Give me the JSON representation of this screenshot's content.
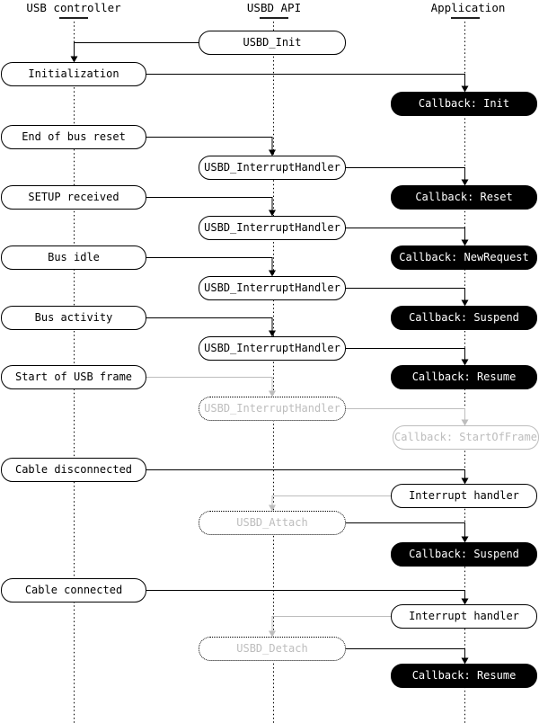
{
  "colors": {
    "ink": "#000000",
    "ghost_gray": "#bdbdbd",
    "background": "#ffffff"
  },
  "lanes": [
    {
      "label": "USB controller"
    },
    {
      "label": "USBD API"
    },
    {
      "label": "Application"
    }
  ],
  "nodes": [
    {
      "name": "usbd-init",
      "label": "USBD_Init",
      "lane": "USBD API",
      "variant": "solid"
    },
    {
      "name": "initialization",
      "label": "Initialization",
      "lane": "USB controller",
      "variant": "solid"
    },
    {
      "name": "callback-init",
      "label": "Callback: Init",
      "lane": "Application",
      "variant": "filled"
    },
    {
      "name": "end-of-bus-reset",
      "label": "End of bus reset",
      "lane": "USB controller",
      "variant": "solid"
    },
    {
      "name": "usbd-interrupthandler-1",
      "label": "USBD_InterruptHandler",
      "lane": "USBD API",
      "variant": "solid"
    },
    {
      "name": "setup-received",
      "label": "SETUP received",
      "lane": "USB controller",
      "variant": "solid"
    },
    {
      "name": "callback-reset",
      "label": "Callback: Reset",
      "lane": "Application",
      "variant": "filled"
    },
    {
      "name": "usbd-interrupthandler-2",
      "label": "USBD_InterruptHandler",
      "lane": "USBD API",
      "variant": "solid"
    },
    {
      "name": "bus-idle",
      "label": "Bus idle",
      "lane": "USB controller",
      "variant": "solid"
    },
    {
      "name": "callback-newrequest",
      "label": "Callback: NewRequest",
      "lane": "Application",
      "variant": "filled"
    },
    {
      "name": "usbd-interrupthandler-3",
      "label": "USBD_InterruptHandler",
      "lane": "USBD API",
      "variant": "solid"
    },
    {
      "name": "bus-activity",
      "label": "Bus activity",
      "lane": "USB controller",
      "variant": "solid"
    },
    {
      "name": "callback-suspend-1",
      "label": "Callback: Suspend",
      "lane": "Application",
      "variant": "filled"
    },
    {
      "name": "usbd-interrupthandler-4",
      "label": "USBD_InterruptHandler",
      "lane": "USBD API",
      "variant": "solid"
    },
    {
      "name": "start-of-usb-frame",
      "label": "Start of USB frame",
      "lane": "USB controller",
      "variant": "solid"
    },
    {
      "name": "callback-resume-1",
      "label": "Callback: Resume",
      "lane": "Application",
      "variant": "filled"
    },
    {
      "name": "usbd-interrupthandler-optional",
      "label": "USBD_InterruptHandler",
      "lane": "USBD API",
      "variant": "ghost-dotted"
    },
    {
      "name": "callback-startofframe",
      "label": "Callback: StartOfFrame",
      "lane": "Application",
      "variant": "ghost-outline"
    },
    {
      "name": "cable-disconnected",
      "label": "Cable disconnected",
      "lane": "USB controller",
      "variant": "solid"
    },
    {
      "name": "interrupt-handler-1",
      "label": "Interrupt handler",
      "lane": "Application",
      "variant": "solid"
    },
    {
      "name": "usbd-attach",
      "label": "USBD_Attach",
      "lane": "USBD API",
      "variant": "ghost-dotted"
    },
    {
      "name": "callback-suspend-2",
      "label": "Callback: Suspend",
      "lane": "Application",
      "variant": "filled"
    },
    {
      "name": "cable-connected",
      "label": "Cable connected",
      "lane": "USB controller",
      "variant": "solid"
    },
    {
      "name": "interrupt-handler-2",
      "label": "Interrupt handler",
      "lane": "Application",
      "variant": "solid"
    },
    {
      "name": "usbd-detach",
      "label": "USBD_Detach",
      "lane": "USBD API",
      "variant": "ghost-dotted"
    },
    {
      "name": "callback-resume-2",
      "label": "Callback: Resume",
      "lane": "Application",
      "variant": "filled"
    }
  ],
  "connectors": [
    {
      "from": "usbd-init",
      "to": "initialization",
      "style": "solid"
    },
    {
      "from": "initialization",
      "to": "callback-init",
      "style": "solid"
    },
    {
      "from": "end-of-bus-reset",
      "to": "usbd-interrupthandler-1",
      "style": "solid"
    },
    {
      "from": "usbd-interrupthandler-1",
      "to": "callback-reset",
      "style": "solid"
    },
    {
      "from": "setup-received",
      "to": "usbd-interrupthandler-2",
      "style": "solid"
    },
    {
      "from": "usbd-interrupthandler-2",
      "to": "callback-newrequest",
      "style": "solid"
    },
    {
      "from": "bus-idle",
      "to": "usbd-interrupthandler-3",
      "style": "solid"
    },
    {
      "from": "usbd-interrupthandler-3",
      "to": "callback-suspend-1",
      "style": "solid"
    },
    {
      "from": "bus-activity",
      "to": "usbd-interrupthandler-4",
      "style": "solid"
    },
    {
      "from": "usbd-interrupthandler-4",
      "to": "callback-resume-1",
      "style": "solid"
    },
    {
      "from": "start-of-usb-frame",
      "to": "usbd-interrupthandler-optional",
      "style": "ghost"
    },
    {
      "from": "usbd-interrupthandler-optional",
      "to": "callback-startofframe",
      "style": "ghost"
    },
    {
      "from": "cable-disconnected",
      "to": "interrupt-handler-1",
      "style": "solid"
    },
    {
      "from": "interrupt-handler-1",
      "to": "usbd-attach",
      "style": "ghost"
    },
    {
      "from": "usbd-attach",
      "to": "callback-suspend-2",
      "style": "solid"
    },
    {
      "from": "cable-connected",
      "to": "interrupt-handler-2",
      "style": "solid"
    },
    {
      "from": "interrupt-handler-2",
      "to": "usbd-detach",
      "style": "ghost"
    },
    {
      "from": "usbd-detach",
      "to": "callback-resume-2",
      "style": "solid"
    }
  ]
}
